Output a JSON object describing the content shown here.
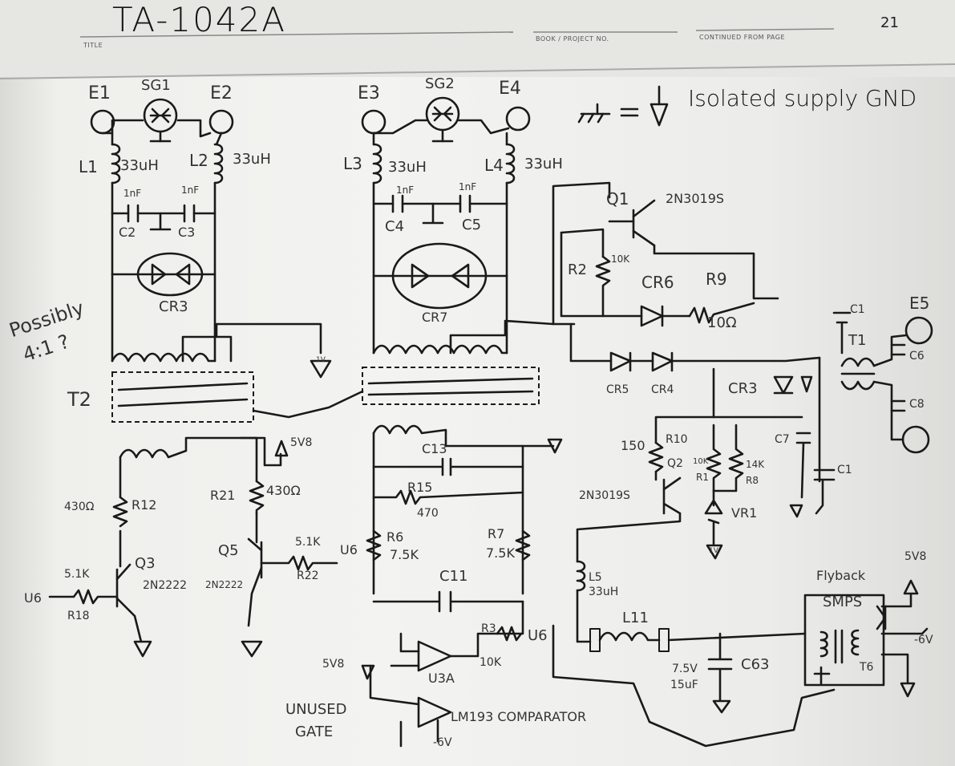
{
  "header": {
    "title": "TA-1042A",
    "title_label": "TITLE",
    "book_label": "BOOK / PROJECT NO.",
    "continued_label": "CONTINUED FROM PAGE",
    "page_number": "21"
  },
  "legend": {
    "text": "Isolated supply GND"
  },
  "labels": {
    "e1": "E1",
    "e2": "E2",
    "e3": "E3",
    "e4": "E4",
    "e5": "E5",
    "sg1": "SG1",
    "sg2": "SG2",
    "l1": "L1",
    "l1_val": "33uH",
    "l2": "L2",
    "l2_val": "33uH",
    "l3": "L3",
    "l3_val": "33uH",
    "l4": "L4",
    "l4_val": "33uH",
    "c2_val": "1nF",
    "c3_val": "1nF",
    "c2": "C2",
    "c3": "C3",
    "c4_val": "1nF",
    "c5_val": "1nF",
    "c4": "C4",
    "c5": "C5",
    "cr3a": "CR3",
    "cr7": "CR7",
    "possibly": "Possibly",
    "ratio": "4:1 ?",
    "t2": "T2",
    "gnd1": "1V",
    "r12_val": "430Ω",
    "r12": "R12",
    "r21": "R21",
    "r21_val": "430Ω",
    "v5v8_a": "5V8",
    "q3": "Q3",
    "q3_part": "2N2222",
    "q5": "Q5",
    "q5_part": "2N2222",
    "r18_val": "5.1K",
    "r18": "R18",
    "u6_a": "U6",
    "r22_val": "5.1K",
    "r22": "R22",
    "u6_b": "U6",
    "c13": "C13",
    "r15": "R15",
    "r15_val": "470",
    "r6": "R6",
    "r6_val": "7.5K",
    "r7": "R7",
    "r7_val": "7.5K",
    "c11": "C11",
    "r3": "R3",
    "r3_val": "10K",
    "u6_c": "U6",
    "u3a": "U3A",
    "v5v8_b": "5V8",
    "unused": "UNUSED",
    "gate": "GATE",
    "comparator": "LM193 COMPARATOR",
    "neg6_a": "-6V",
    "q1": "Q1",
    "q1_part": "2N3019S",
    "r2": "R2",
    "r2_val": "10K",
    "cr6": "CR6",
    "r9": "R9",
    "r9_val": "10Ω",
    "cr5": "CR5",
    "cr4": "CR4",
    "c1_top": "C1",
    "t1": "T1",
    "c6": "C6",
    "c8": "C8",
    "cr3b": "CR3",
    "c7": "C7",
    "c1_b": "C1",
    "r10_val": "150",
    "r10": "R10",
    "q2": "Q2",
    "q2_part": "2N3019S",
    "r1_val": "10K",
    "r1": "R1",
    "r8_val": "14K",
    "r8": "R8",
    "vr1": "VR1",
    "gnd2": "1V",
    "l5": "L5",
    "l5_val": "33uH",
    "l11": "L11",
    "c63_v": "7.5V",
    "c63_val": "15uF",
    "c63": "C63",
    "flyback": "Flyback",
    "smps": "SMPS",
    "v5v8_c": "5V8",
    "neg6_b": "-6V",
    "t6": "T6"
  }
}
